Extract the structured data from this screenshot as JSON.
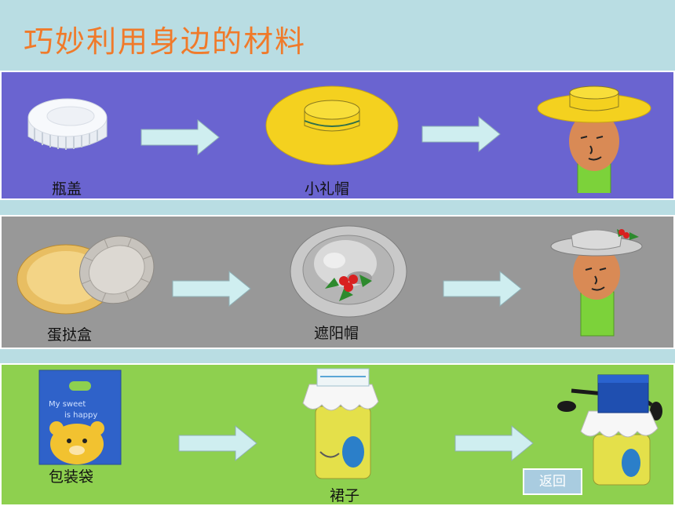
{
  "title": "巧妙利用身边的材料",
  "rows": [
    {
      "source_label": "瓶盖",
      "result_label": "小礼帽"
    },
    {
      "source_label": "蛋挞盒",
      "result_label": "遮阳帽"
    },
    {
      "source_label": "包装袋",
      "result_label": "裙子"
    }
  ],
  "back_button_label": "返回",
  "colors": {
    "title": "#f07a2a",
    "band_1": "#6a64d0",
    "band_2": "#989898",
    "band_3": "#8ed04f",
    "arrow": "#cfeef0"
  }
}
